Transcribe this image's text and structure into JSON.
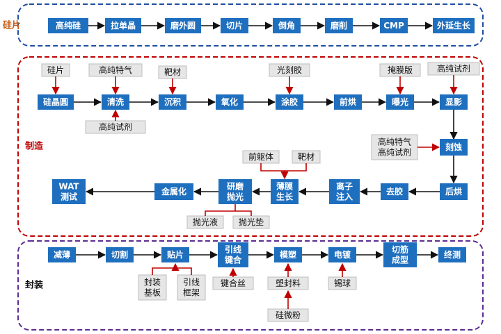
{
  "colors": {
    "process": "#1f6fbf",
    "input": "#e6e6e6",
    "input_border": "#bdbdbd",
    "flow_arrow": "#111111",
    "input_arrow": "#c00000",
    "wafer_border": "#1f4e9e",
    "wafer_label": "#c55a11",
    "fab_border": "#c00000",
    "fab_label": "#c00000",
    "pkg_border": "#5b2b91",
    "pkg_label": "#111111"
  },
  "sections": {
    "wafer": {
      "label": "硅片"
    },
    "fab": {
      "label": "制造"
    },
    "package": {
      "label": "封装"
    }
  },
  "wafer_steps": [
    "高纯硅",
    "拉单晶",
    "磨外圆",
    "切片",
    "倒角",
    "磨削",
    "CMP",
    "外延生长"
  ],
  "fab": {
    "row1": [
      "硅晶圆",
      "清洗",
      "沉积",
      "氧化",
      "涂胶",
      "前烘",
      "曝光",
      "显影"
    ],
    "etch": "刻蚀",
    "row3": [
      "后烘",
      "去胶",
      "离子\n注入",
      "薄膜\n生长",
      "研磨\n抛光",
      "金属化",
      "WAT\n测试"
    ],
    "inputs": {
      "wafer_in": "硅片",
      "clean_top": "高纯特气",
      "clean_bottom": "高纯试剂",
      "deposit_in": "靶材",
      "coat_in": "光刻胶",
      "expose_in": "掩膜版",
      "develop_in": "高纯试剂",
      "etch_in": "高纯特气\n高纯试剂",
      "film_in_1": "前躯体",
      "film_in_2": "靶材",
      "cmp_in_1": "抛光液",
      "cmp_in_2": "抛光垫"
    }
  },
  "package": {
    "steps": [
      "减薄",
      "切割",
      "贴片",
      "引线\n键合",
      "模塑",
      "电镀",
      "切筋\n成型",
      "终测"
    ],
    "inputs": {
      "attach_1": "封装\n基板",
      "attach_2": "引线\n框架",
      "bond_in": "键合丝",
      "mold_in": "塑封料",
      "mold_in_2": "硅微粉",
      "plate_in": "锡球"
    }
  }
}
